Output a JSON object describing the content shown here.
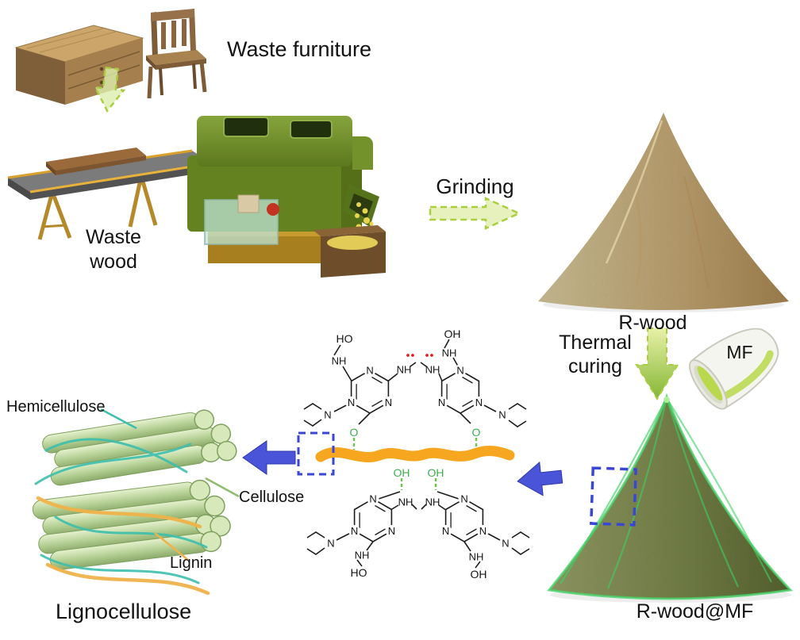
{
  "figure_labels": {
    "waste_furniture": "Waste furniture",
    "waste_wood": [
      "Waste",
      "wood"
    ],
    "grinding": "Grinding",
    "r_wood": "R-wood",
    "thermal_curing": [
      "Thermal",
      "curing"
    ],
    "mf": "MF",
    "r_wood_mf": "R-wood@MF",
    "lignocellulose": "Lignocellulose",
    "hemicellulose": "Hemicellulose",
    "cellulose": "Cellulose",
    "lignin": "Lignin"
  },
  "chemistry": {
    "n": "N",
    "nh": "NH",
    "ho": "HO",
    "oh": "OH",
    "o": "O"
  },
  "colors": {
    "process_arrow_green": "#a9cf3f",
    "highlight_arrow_blue": "#4a54d8",
    "dashed_box_blue": "#3a46d4",
    "cellulose_chain_orange": "#f6a61f",
    "hydrogen_bond_green": "#6cc24a",
    "radical_red": "#e02020",
    "r_wood_powder_tan": "#d9ba7e",
    "r_wood_mf_powder_green": "#93a25a",
    "mf_coating_green": "#3ed063",
    "machine_green": "#64821f",
    "hemicellulose_teal": "#3cbfae",
    "lignin_strand_orange": "#f0b34a"
  }
}
